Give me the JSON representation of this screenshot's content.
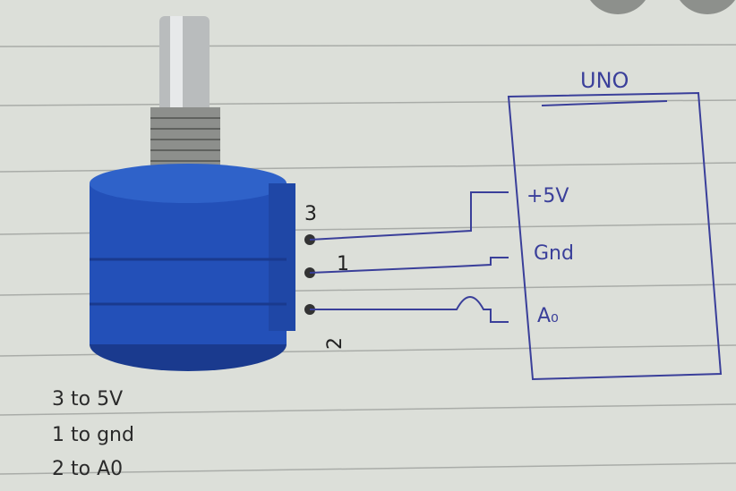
{
  "board": {
    "title": "UNO",
    "pins": [
      "+5V",
      "Gnd",
      "A₀"
    ]
  },
  "pot_pins": [
    "3",
    "1",
    "2"
  ],
  "notes": [
    "3 to 5V",
    "1 to gnd",
    "2 to A0"
  ],
  "colors": {
    "paper": "#dcdfd9",
    "ink": "#3a3f9a",
    "pot": "#2350b8"
  }
}
